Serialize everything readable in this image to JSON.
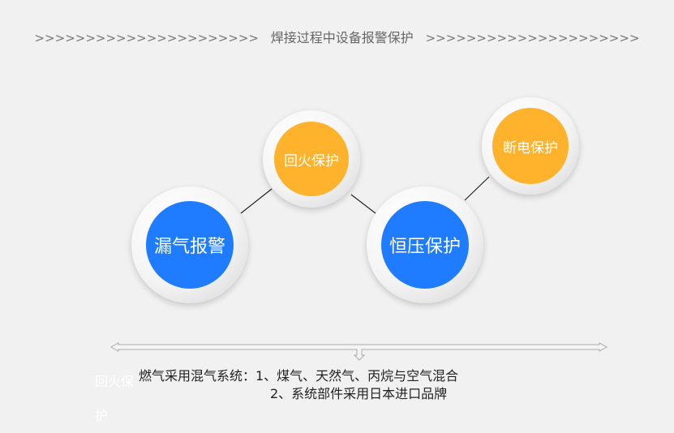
{
  "header": {
    "left_arrows": ">>>>>>>>>>>>>>>>>>>>>>",
    "title": "焊接过程中设备报警保护",
    "right_arrows": ">>>>>>>>>>>>>>>>>>>>>"
  },
  "nodes": [
    {
      "label": "漏气报警",
      "color": "#1f7cff"
    },
    {
      "label": "回火保护",
      "color": "#ffb22c"
    },
    {
      "label": "恒压保护",
      "color": "#1f7cff"
    },
    {
      "label": "断电保护",
      "color": "#ffb22c"
    }
  ],
  "ghost_text": "回火保护",
  "description": {
    "line1": "燃气采用混气系统：1、煤气、天然气、丙烷与空气混合",
    "line2": "2、系统部件采用日本进口品牌"
  }
}
